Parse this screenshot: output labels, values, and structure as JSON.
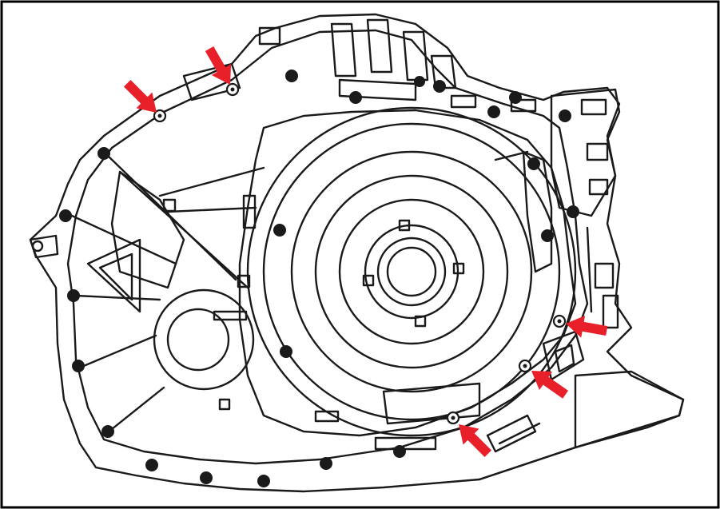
{
  "figure": {
    "type": "technical-line-drawing",
    "subject": "transaxle-housing-bolt-locations",
    "colors": {
      "background": "#ffffff",
      "line": "#1a1a1a",
      "frame": "#000000",
      "bolt_fill": "#1a1a1a",
      "arrow": "#e8202a"
    },
    "highlighted_bolt_count": 5,
    "arrow_icon": "red-arrow-pointer-icon"
  }
}
